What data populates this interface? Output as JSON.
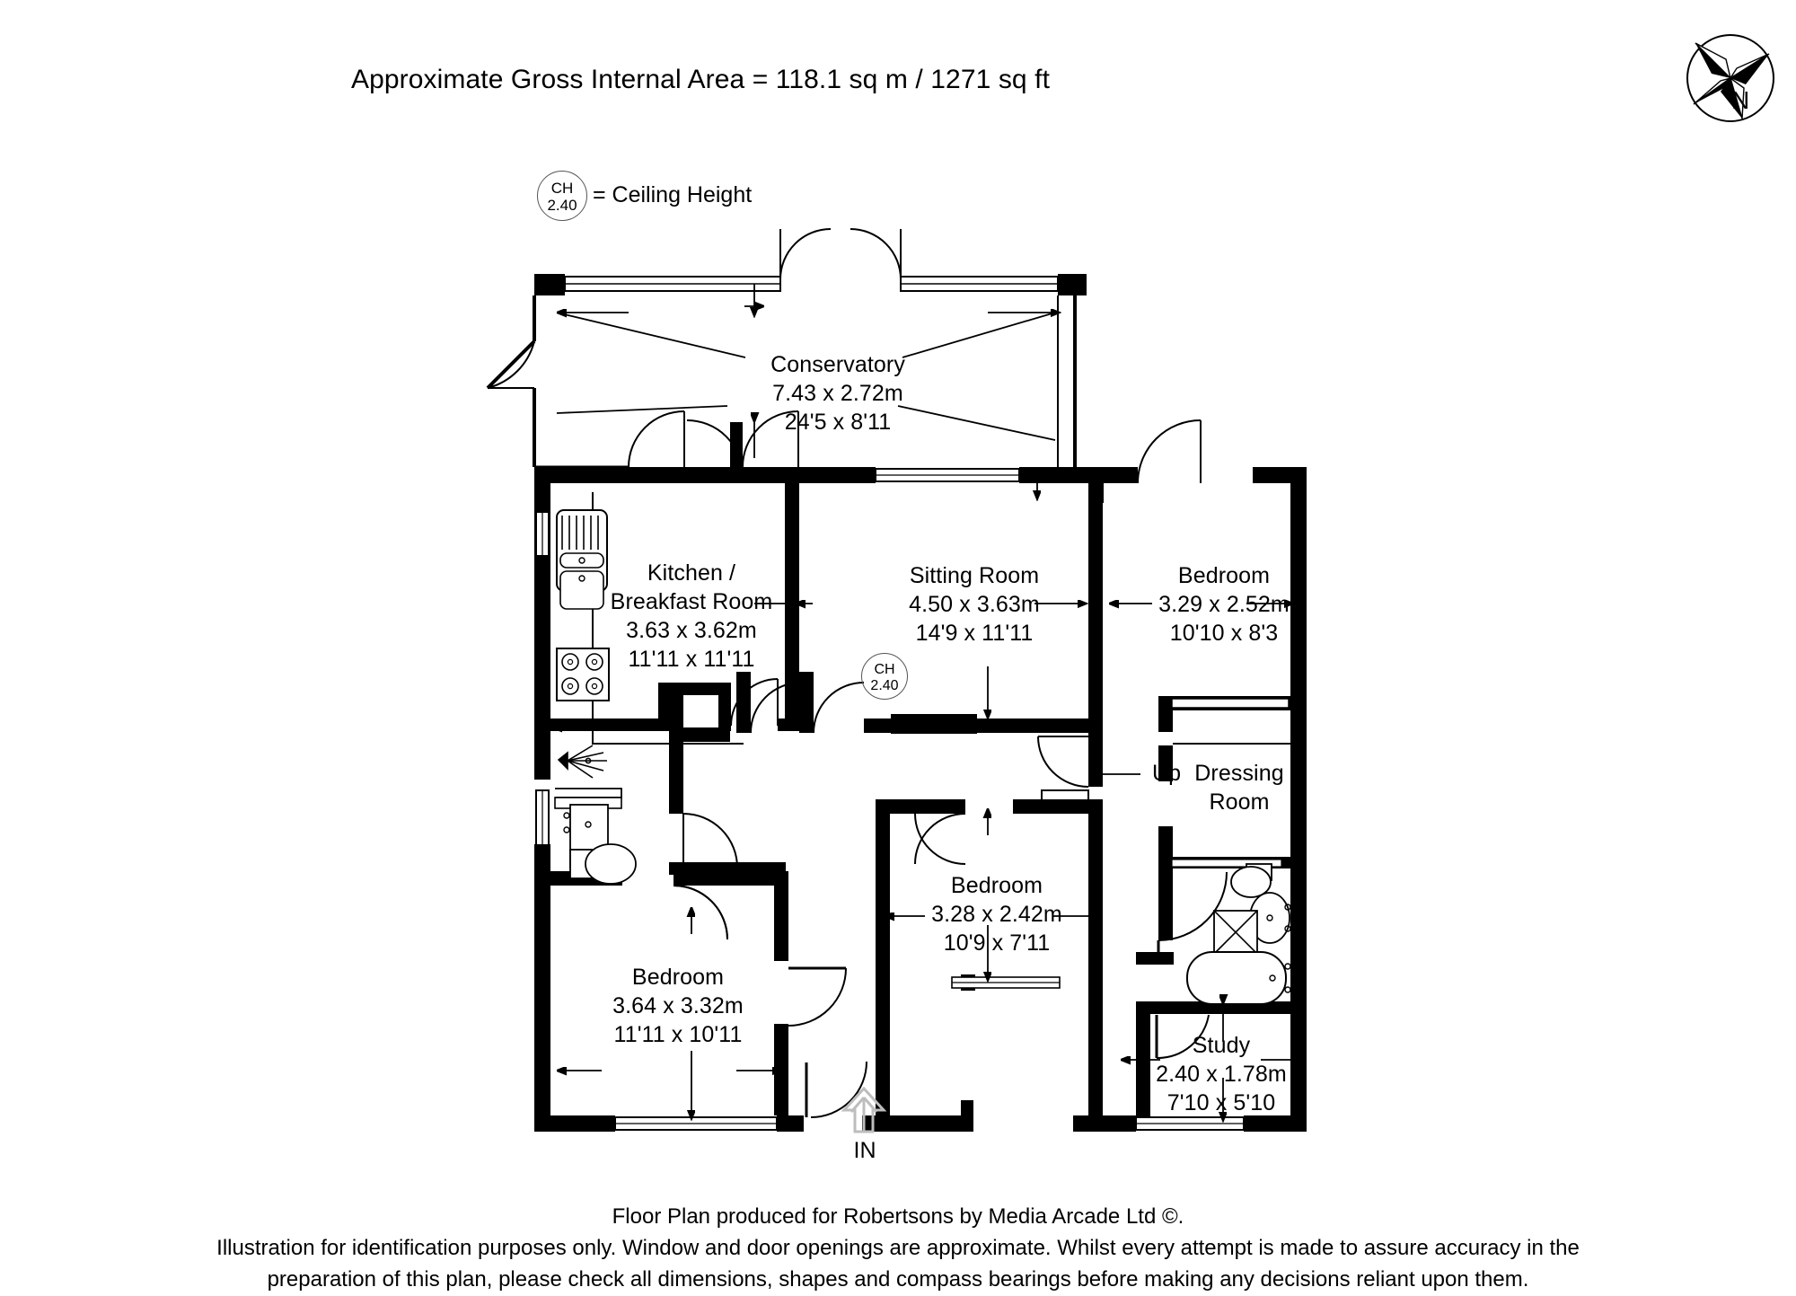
{
  "header": {
    "title": "Approximate Gross Internal Area = 118.1 sq m / 1271 sq ft"
  },
  "compass": {
    "icon": "compass-rose-icon",
    "north_label": "N"
  },
  "legend": {
    "ch_abbr": "CH",
    "ch_value": "2.40",
    "description": "= Ceiling Height"
  },
  "ceiling_height_markers": [
    {
      "abbr": "CH",
      "value": "2.40",
      "room": "Sitting Room"
    }
  ],
  "annotations": {
    "entrance": "IN",
    "stairs": "Up"
  },
  "rooms": [
    {
      "name": "Conservatory",
      "metric": "7.43 x 2.72m",
      "imperial": "24'5 x 8'11"
    },
    {
      "name_line1": "Kitchen /",
      "name_line2": "Breakfast Room",
      "metric": "3.63 x 3.62m",
      "imperial": "11'11 x 11'11"
    },
    {
      "name": "Sitting Room",
      "metric": "4.50 x 3.63m",
      "imperial": "14'9 x 11'11"
    },
    {
      "name": "Bedroom",
      "metric": "3.29 x 2.52m",
      "imperial": "10'10 x 8'3"
    },
    {
      "name_line1": "Dressing",
      "name_line2": "Room",
      "metric": "",
      "imperial": ""
    },
    {
      "name": "Bedroom",
      "metric": "3.28 x 2.42m",
      "imperial": "10'9 x 7'11"
    },
    {
      "name": "Bedroom",
      "metric": "3.64 x 3.32m",
      "imperial": "11'11 x 10'11"
    },
    {
      "name": "Study",
      "metric": "2.40 x 1.78m",
      "imperial": "7'10 x 5'10"
    }
  ],
  "footer": {
    "line1": "Floor Plan produced for Robertsons by Media Arcade Ltd ©.",
    "line2": "Illustration for identification purposes only. Window and door openings are approximate. Whilst every attempt is made to assure accuracy in the",
    "line3": "preparation of this plan, please check all dimensions, shapes and compass bearings before making any decisions reliant upon them."
  },
  "colors": {
    "wall": "#000000",
    "background": "#ffffff",
    "fixture_stroke": "#222222",
    "dimension_line": "#000000"
  }
}
